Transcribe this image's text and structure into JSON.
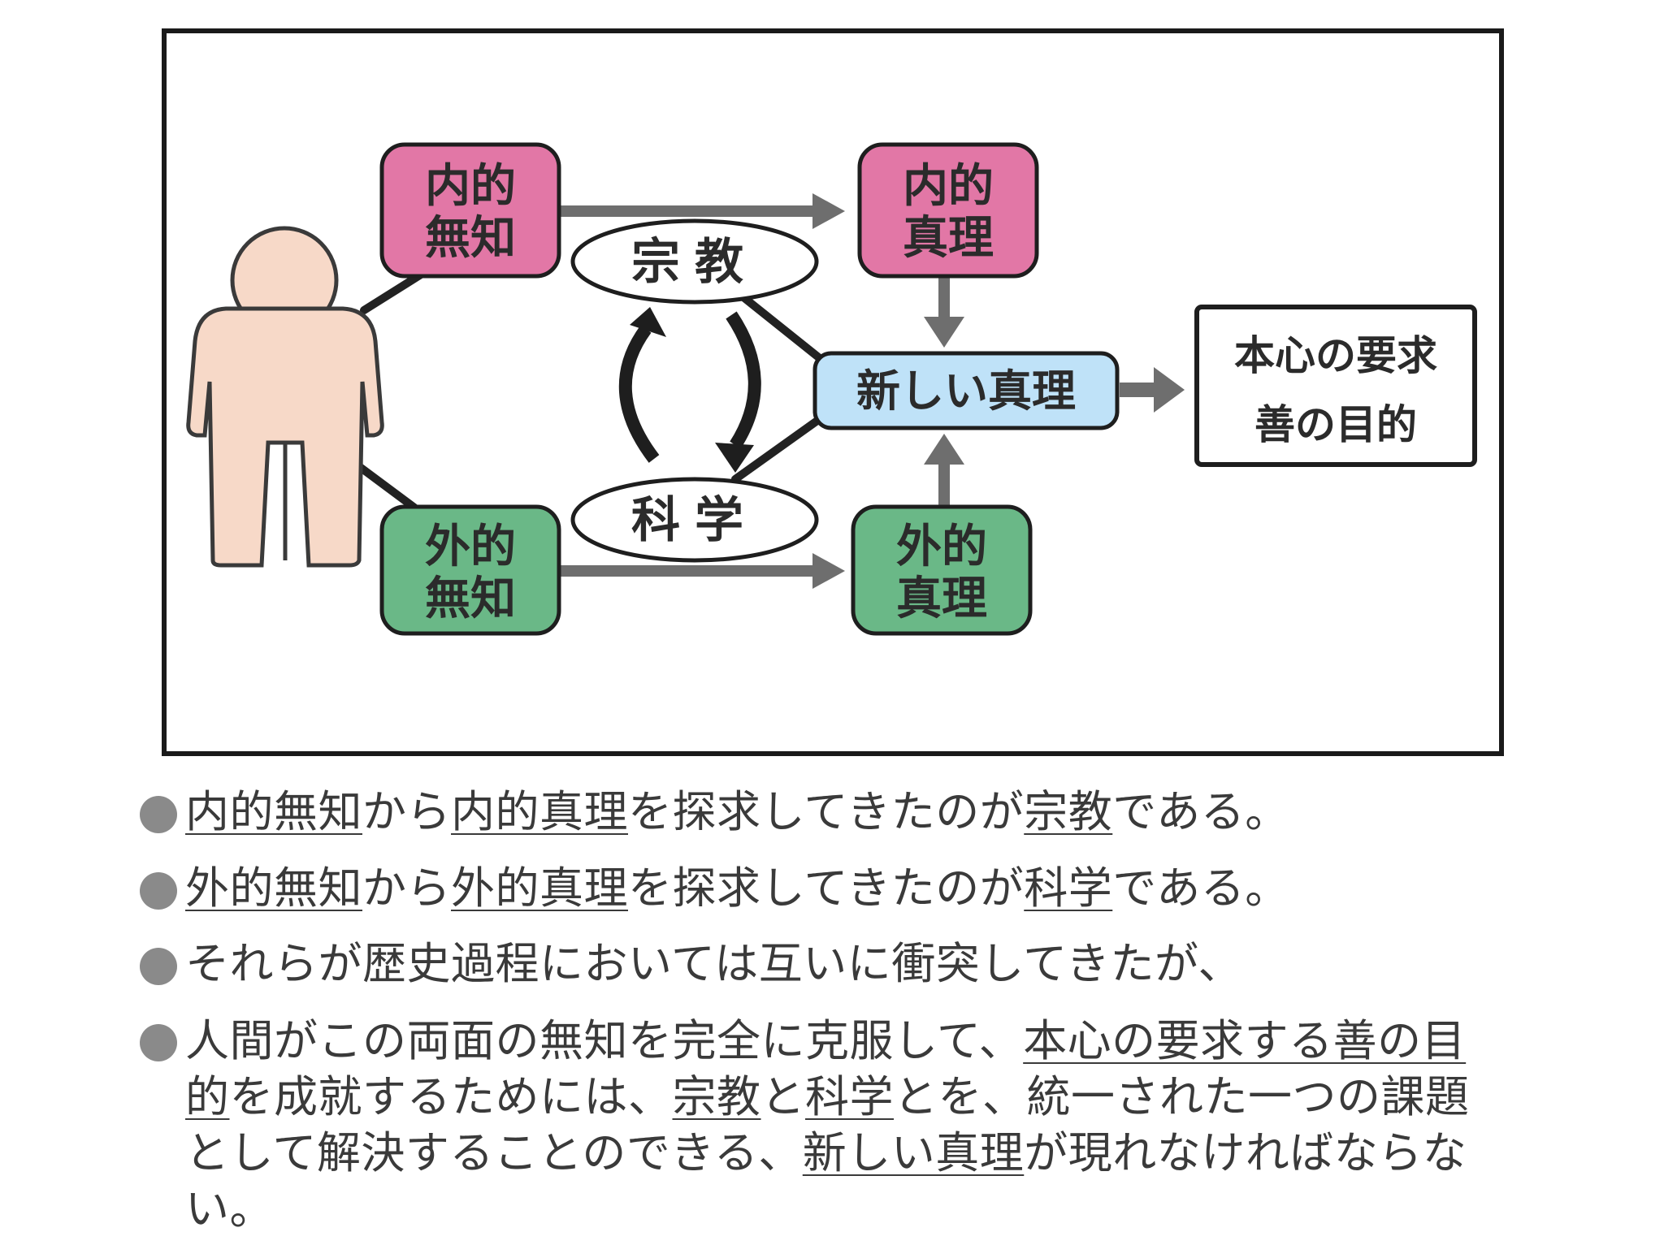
{
  "diagram": {
    "inner_ignorance": [
      "内的",
      "無知"
    ],
    "inner_truth": [
      "内的",
      "真理"
    ],
    "outer_ignorance": [
      "外的",
      "無知"
    ],
    "outer_truth": [
      "外的",
      "真理"
    ],
    "religion": "宗教",
    "science": "科学",
    "new_truth": "新しい真理",
    "goal": [
      "本心の要求",
      "善の目的"
    ]
  },
  "bullets": [
    [
      {
        "t": "内的無知",
        "u": true
      },
      {
        "t": "から"
      },
      {
        "t": "内的真理",
        "u": true
      },
      {
        "t": "を探求してきたのが"
      },
      {
        "t": "宗教",
        "u": true
      },
      {
        "t": "である。"
      }
    ],
    [
      {
        "t": "外的無知",
        "u": true
      },
      {
        "t": "から"
      },
      {
        "t": "外的真理",
        "u": true
      },
      {
        "t": "を探求してきたのが"
      },
      {
        "t": "科学",
        "u": true
      },
      {
        "t": "である。"
      }
    ],
    [
      {
        "t": "それらが歴史過程においては互いに衝突してきたが、"
      }
    ],
    [
      {
        "t": "人間がこの両面の無知を完全に克服して、"
      },
      {
        "t": "本心の要求する善の目的",
        "u": true
      },
      {
        "t": "を成就するためには、"
      },
      {
        "t": "宗教",
        "u": true
      },
      {
        "t": "と"
      },
      {
        "t": "科学",
        "u": true
      },
      {
        "t": "とを、統一された一つの課題として解決することのできる、"
      },
      {
        "t": "新しい真理",
        "u": true
      },
      {
        "t": "が現れなければならない。"
      }
    ]
  ],
  "colors": {
    "pink": "#e277a6",
    "green": "#6ab887",
    "blue": "#bfe2f8",
    "skin": "#f7d9c8",
    "arrow": "#6e6e6e",
    "line": "#222222"
  }
}
